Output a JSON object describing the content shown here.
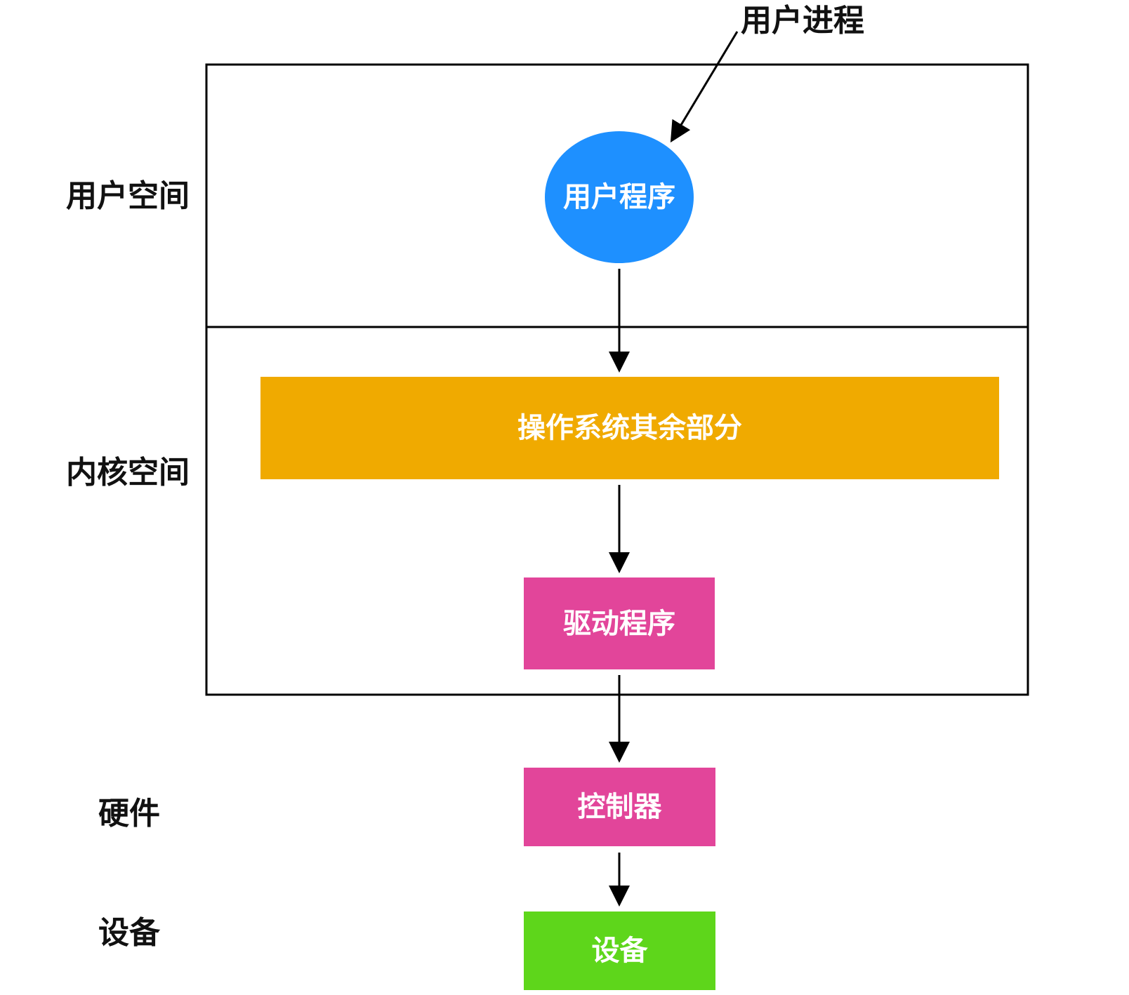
{
  "diagram": {
    "process_label": "用户进程",
    "regions": {
      "user_space": "用户空间",
      "kernel_space": "内核空间",
      "hardware": "硬件",
      "device": "设备"
    },
    "nodes": {
      "user_program": "用户程序",
      "os_rest": "操作系统其余部分",
      "driver": "驱动程序",
      "controller": "控制器",
      "device": "设备"
    },
    "colors": {
      "user_program": "#1E90FF",
      "os_rest": "#F0AA00",
      "driver": "#E2459A",
      "controller": "#E2459A",
      "device": "#5ED61B"
    }
  }
}
